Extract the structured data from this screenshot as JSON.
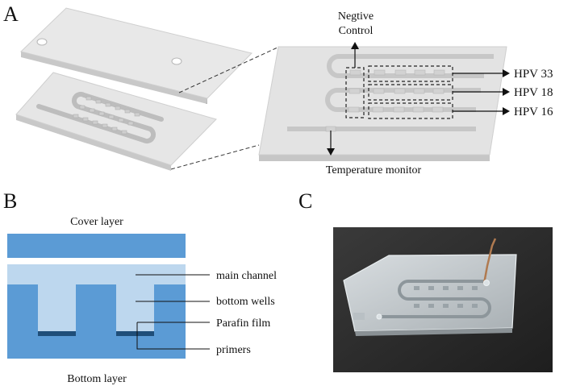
{
  "panels": {
    "a": {
      "letter": "A"
    },
    "b": {
      "letter": "B"
    },
    "c": {
      "letter": "C"
    }
  },
  "panel_a": {
    "negative_control_line1": "Negtive",
    "negative_control_line2": "Control",
    "hpv33": "HPV 33",
    "hpv18": "HPV 18",
    "hpv16": "HPV 16",
    "temperature_monitor": "Temperature monitor"
  },
  "panel_b": {
    "cover_layer": "Cover layer",
    "bottom_layer": "Bottom layer",
    "main_channel": "main channel",
    "bottom_wells": "bottom wells",
    "parafin_film": "Parafin film",
    "primers": "primers"
  },
  "colors": {
    "chip_face": "#e6e6e6",
    "chip_edge": "#c4c4c4",
    "cover_blue": "#5b9bd5",
    "channel_light_blue": "#bdd7ee",
    "film_dark_blue": "#1f4e79",
    "photo_background": "#2b2b2b"
  }
}
